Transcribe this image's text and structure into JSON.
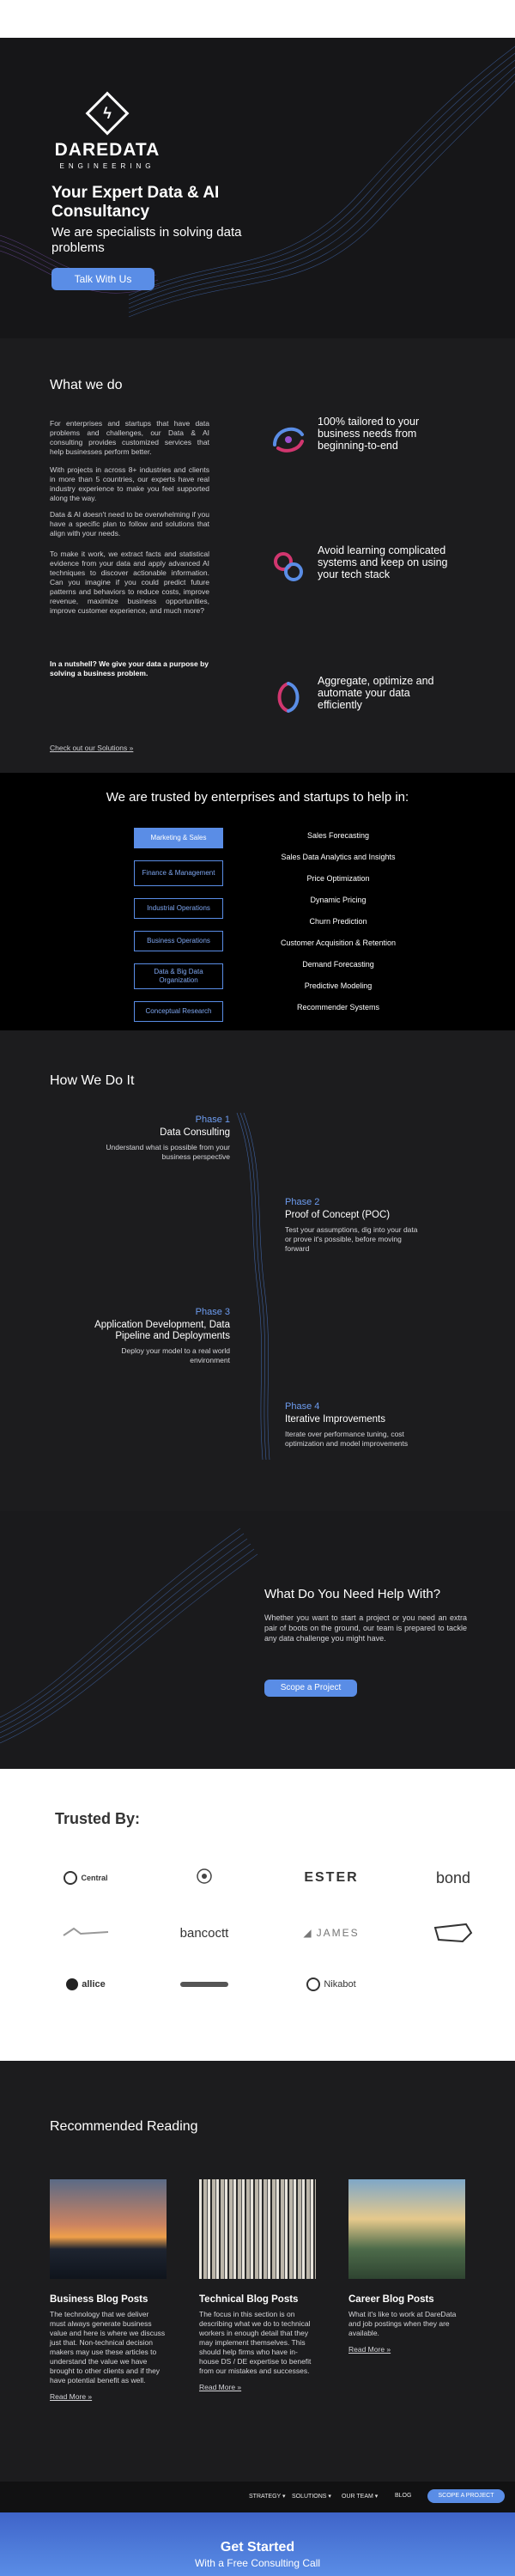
{
  "hero": {
    "logo_name": "DAREDATA",
    "logo_sub": "ENGINEERING",
    "title": "Your Expert Data & AI Consultancy",
    "subtitle": "We are specialists in solving data problems",
    "cta": "Talk With Us"
  },
  "what": {
    "heading": "What we do",
    "paragraphs": [
      "For enterprises and startups that have data problems and challenges, our Data & AI consulting provides customized services that help businesses perform better.",
      "With projects in across 8+ industries and clients in more than 5 countries, our experts have real industry experience to make you feel supported along the way.",
      "Data & AI doesn't need to be overwhelming if you have a specific plan to follow and solutions that align with your needs.",
      "To make it work, we extract facts and statistical evidence from your data and apply advanced AI techniques to discover actionable information. Can you imagine if you could predict future patterns and behaviors to reduce costs, improve revenue, maximize business opportunities, improve customer experience, and much more?",
      "In a nutshell? We give your data a purpose by solving a business problem."
    ],
    "link": "Check out our Solutions »",
    "features": [
      "100% tailored to your business needs from beginning-to-end",
      "Avoid learning complicated systems and keep on using your tech stack",
      "Aggregate, optimize and automate your data efficiently"
    ]
  },
  "help": {
    "heading": "We are trusted by enterprises and startups to help in:",
    "categories": [
      "Marketing & Sales",
      "Finance & Management",
      "Industrial Operations",
      "Business Operations",
      "Data & Big Data Organization",
      "Conceptual Research"
    ],
    "services": [
      "Sales Forecasting",
      "Sales Data Analytics and Insights",
      "Price Optimization",
      "Dynamic Pricing",
      "Churn Prediction",
      "Customer Acquisition & Retention",
      "Demand Forecasting",
      "Predictive Modeling",
      "Recommender Systems"
    ]
  },
  "how": {
    "heading": "How We Do It",
    "phases": [
      {
        "label": "Phase 1",
        "title": "Data Consulting",
        "desc": "Understand what is possible from your business perspective"
      },
      {
        "label": "Phase 2",
        "title": "Proof of Concept (POC)",
        "desc": "Test your assumptions, dig into your data or prove it's possible, before moving forward"
      },
      {
        "label": "Phase 3",
        "title": "Application Development, Data Pipeline and Deployments",
        "desc": "Deploy your model to a real world environment"
      },
      {
        "label": "Phase 4",
        "title": "Iterative Improvements",
        "desc": "Iterate over performance tuning, cost optimization and model improvements"
      }
    ]
  },
  "need": {
    "heading": "What Do You Need Help With?",
    "text": "Whether you want to start a project or you need an extra pair of boots on the ground, our team is prepared to tackle any data challenge you might have.",
    "cta": "Scope a Project"
  },
  "trusted": {
    "heading": "Trusted By:",
    "logos": [
      "Central",
      "ESTER",
      "bond",
      "bancoctt",
      "JAMES",
      "allice",
      "Nikabot"
    ]
  },
  "reading": {
    "heading": "Recommended Reading",
    "cards": [
      {
        "title": "Business Blog Posts",
        "text": "The technology that we deliver must always generate business value and here is where we discuss just that. Non-technical decision makers may use these articles to understand the value we have brought to other clients and if they have potential benefit as well.",
        "link": "Read More »"
      },
      {
        "title": "Technical Blog Posts",
        "text": "The focus in this section is on describing what we do to technical workers in enough detail that they may implement themselves. This should help firms who have in-house DS / DE expertise to benefit from our mistakes and successes.",
        "link": "Read More »"
      },
      {
        "title": "Career Blog Posts",
        "text": "What it's like to work at DareData and job postings when they are available.",
        "link": "Read More »"
      }
    ]
  },
  "nav": {
    "items": [
      "STRATEGY ▾",
      "SOLUTIONS ▾",
      "OUR TEAM ▾",
      "BLOG"
    ],
    "cta": "SCOPE A PROJECT"
  },
  "footer_cta": {
    "title": "Get Started",
    "subtitle": "With a Free Consulting Call"
  },
  "colors": {
    "accent": "#5a8de6",
    "background": "#1c1c1e"
  }
}
